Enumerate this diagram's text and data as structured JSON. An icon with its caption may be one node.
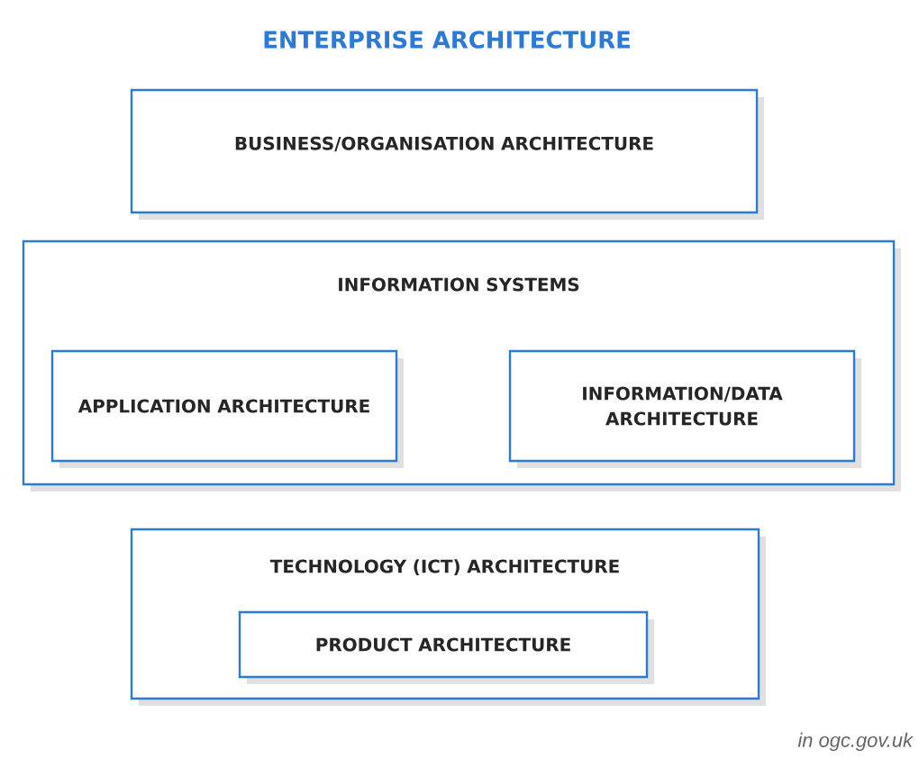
{
  "diagram": {
    "title": "ENTERPRISE ARCHITECTURE",
    "nodes": [
      {
        "text": [
          "BUSINESS/ORGANISATION ARCHITECTURE"
        ]
      },
      {
        "text": [
          "INFORMATION SYSTEMS"
        ]
      },
      {
        "text": [
          "APPLICATION ARCHITECTURE"
        ],
        "in": 1
      },
      {
        "text": [
          "INFORMATION/DATA ARCHITECTURE"
        ],
        "in": 1
      },
      {
        "text": [
          "TECHNOLOGY (ICT) ARCHITECTURE"
        ]
      },
      {
        "text": [
          "PRODUCT ARCHITECTURE"
        ],
        "in": 4
      }
    ],
    "labels": [
      "in ogc.gov.uk"
    ]
  }
}
